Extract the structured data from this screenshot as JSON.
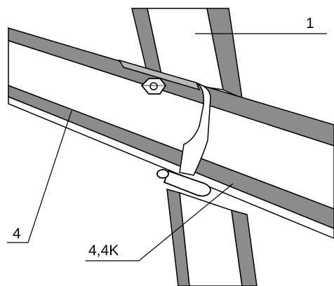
{
  "labels": {
    "part_1": "1",
    "part_4": "4",
    "part_4_4k": "4,4K"
  },
  "colors": {
    "background": "#ffffff",
    "line": "#000000",
    "shade": "#8c8c8c",
    "light_shade": "#b9b9b9"
  }
}
